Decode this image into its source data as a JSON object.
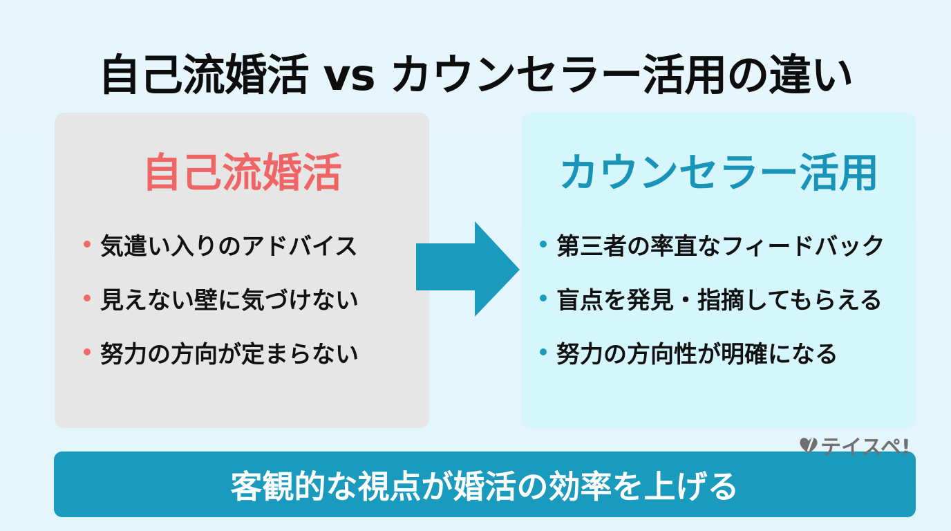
{
  "title": "自己流婚活 vs カウンセラー活用の違い",
  "left_panel": {
    "heading": "自己流婚活",
    "items": [
      "気遣い入りのアドバイス",
      "見えない壁に気づけない",
      "努力の方向が定まらない"
    ],
    "accent_color": "#ef6565"
  },
  "right_panel": {
    "heading": "カウンセラー活用",
    "items": [
      "第三者の率直なフィードバック",
      "盲点を発見・指摘してもらえる",
      "努力の方向性が明確になる"
    ],
    "accent_color": "#1a93b8"
  },
  "arrow": {
    "icon": "right-arrow-icon",
    "color": "#1a9bbe"
  },
  "banner": {
    "text": "客観的な視点が婚活の効率を上げる",
    "color": "#1a9bbe"
  },
  "logo": {
    "text": "テイスペ!",
    "icon": "heart-ladder-icon"
  }
}
